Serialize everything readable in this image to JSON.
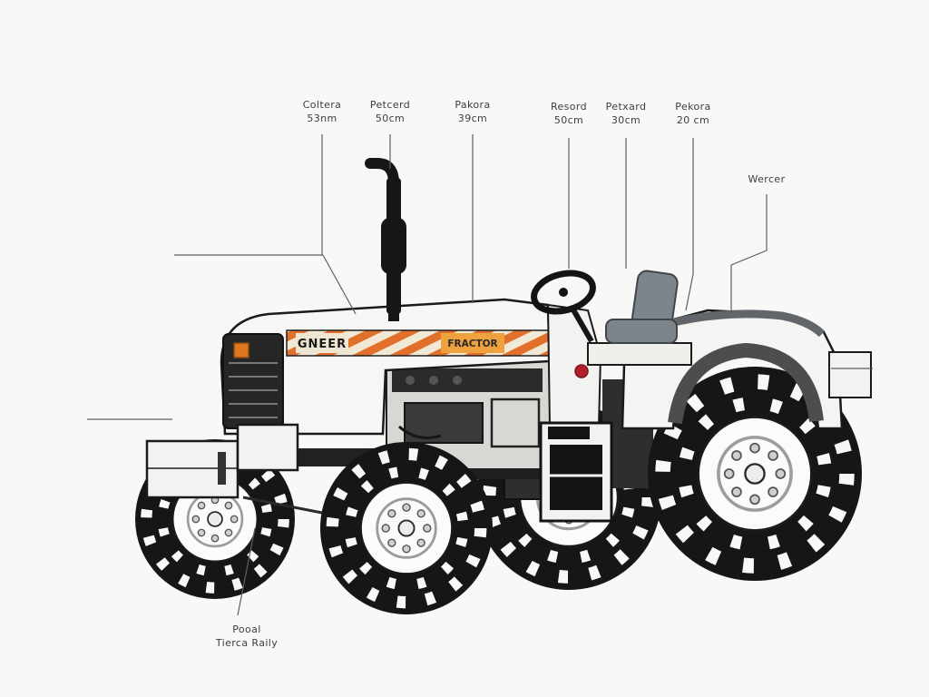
{
  "labels": {
    "coltera": {
      "name": "Coltera",
      "value": "53nm"
    },
    "petcerd": {
      "name": "Petcerd",
      "value": "50cm"
    },
    "pakora": {
      "name": "Pakora",
      "value": "39cm"
    },
    "resord": {
      "name": "Resord",
      "value": "50cm"
    },
    "petxard": {
      "name": "Petxard",
      "value": "30cm"
    },
    "pekora": {
      "name": "Pekora",
      "value": "20 cm"
    },
    "wercer": {
      "name": "Wercer"
    },
    "pooal": {
      "name": "Pooal",
      "value": "Tierca Raily"
    }
  },
  "decals": {
    "brand": "GNEER",
    "model": "FRACTOR"
  },
  "colors": {
    "background": "#f8f8f6",
    "line": "#1a1a1a",
    "stripe_orange": "#e0702c",
    "chip_light": "#efe6d2",
    "chip_orange": "#eda23e",
    "accent_red": "#b5202e",
    "logo_orange": "#dd7722"
  }
}
